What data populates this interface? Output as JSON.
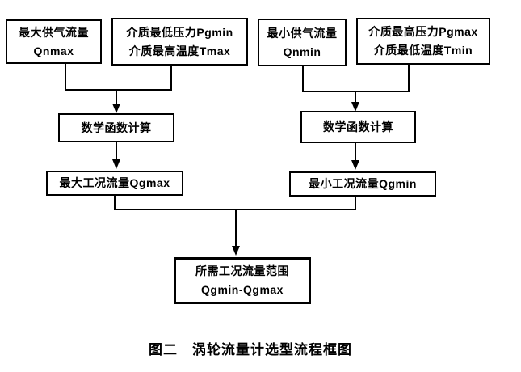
{
  "colors": {
    "ink": "#000000",
    "background": "#ffffff"
  },
  "flowchart": {
    "caption": "图二　涡轮流量计选型流程框图",
    "boxes": {
      "qnmax": {
        "line1": "最大供气流量",
        "line2": "Qnmax"
      },
      "pgmin_tmax": {
        "line1": "介质最低压力Pgmin",
        "line2": "介质最高温度Tmax"
      },
      "qnmin": {
        "line1": "最小供气流量",
        "line2": "Qnmin"
      },
      "pgmax_tmin": {
        "line1": "介质最高压力Pgmax",
        "line2": "介质最低温度Tmin"
      },
      "calc_left": {
        "label": "数学函数计算"
      },
      "calc_right": {
        "label": "数学函数计算"
      },
      "qgmax": {
        "label": "最大工况流量Qgmax"
      },
      "qgmin": {
        "label": "最小工况流量Qgmin"
      },
      "result": {
        "line1": "所需工况流量范围",
        "line2": "Qgmin-Qgmax"
      }
    }
  }
}
